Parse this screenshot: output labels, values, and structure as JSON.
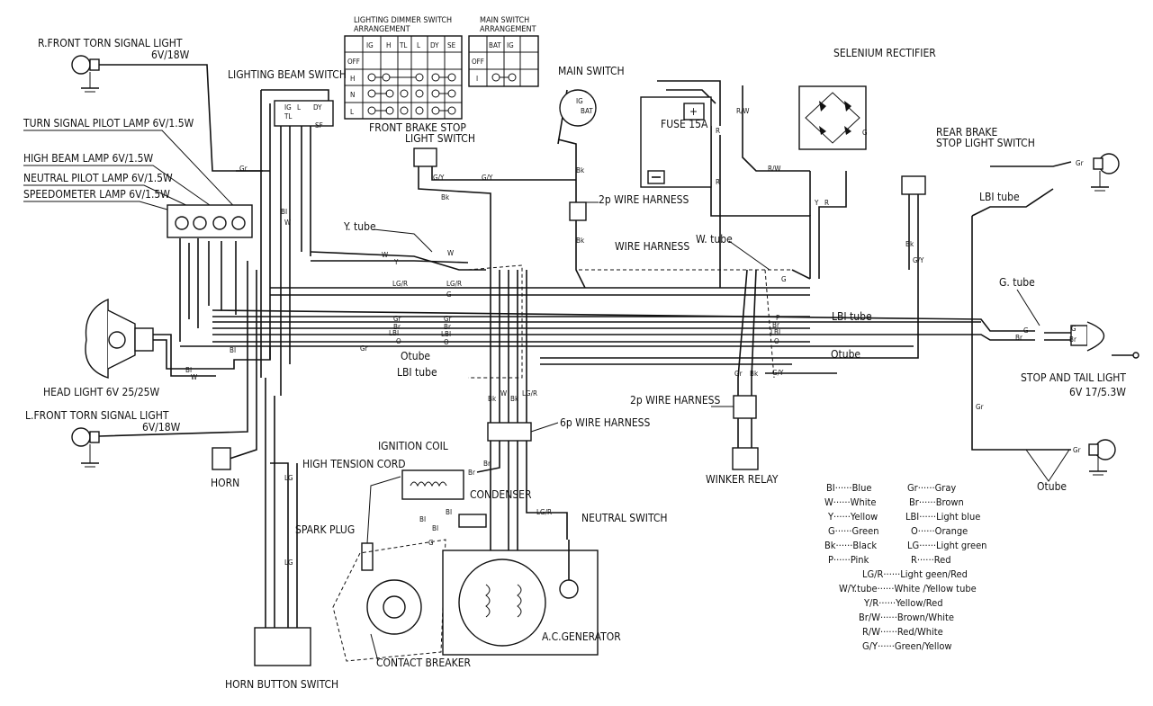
{
  "labels": {
    "r_front_turn": "R.FRONT TORN SIGNAL LIGHT",
    "r_front_turn_rating": "6V/18W",
    "lighting_beam_switch": "LIGHTING BEAM SWITCH",
    "dimmer_title_1": "LIGHTING DIMMER SWITCH",
    "dimmer_title_2": "ARRANGEMENT",
    "main_switch_title_1": "MAIN SWITCH",
    "main_switch_title_2": "ARRANGEMENT",
    "main_switch": "MAIN SWITCH",
    "selenium_rectifier": "SELENIUM RECTIFIER",
    "fuse": "FUSE 15A",
    "front_brake_1": "FRONT BRAKE STOP",
    "front_brake_2": "LIGHT SWITCH",
    "rear_brake_1": "REAR BRAKE",
    "rear_brake_2": "STOP LIGHT SWITCH",
    "turn_pilot": "TURN SIGNAL PILOT LAMP 6V/1.5W",
    "high_beam": "HIGH BEAM LAMP 6V/1.5W",
    "neutral_pilot": "NEUTRAL PILOT LAMP 6V/1.5W",
    "speedometer": "SPEEDOMETER LAMP 6V/1.5W",
    "harness_2p_top": "2p WIRE HARNESS",
    "wire_harness": "WIRE HARNESS",
    "w_tube": "W. tube",
    "y_tube": "Y. tube",
    "lbi_tube_right": "LBI tube",
    "lbi_tube_top_right": "LBI tube",
    "g_tube": "G. tube",
    "o_tube_center": "Otube",
    "lbi_tube_center": "LBI tube",
    "o_tube_right": "Otube",
    "o_tube_bottom": "Otube",
    "head_light": "HEAD LIGHT 6V 25/25W",
    "l_front_turn": "L.FRONT TORN SIGNAL LIGHT",
    "l_front_turn_rating": "6V/18W",
    "stop_tail": "STOP AND TAIL LIGHT",
    "stop_tail_rating": "6V 17/5.3W",
    "harness_2p_mid": "2p WIRE HARNESS",
    "harness_6p": "6p WIRE HARNESS",
    "ignition_coil": "IGNITION COIL",
    "high_tension": "HIGH TENSION CORD",
    "condenser": "CONDENSER",
    "horn": "HORN",
    "winker_relay": "WINKER RELAY",
    "spark_plug": "SPARK PLUG",
    "neutral_switch": "NEUTRAL SWITCH",
    "ac_generator": "A.C.GENERATOR",
    "contact_breaker": "CONTACT BREAKER",
    "horn_button": "HORN BUTTON SWITCH"
  },
  "dimmer_table": {
    "headers": [
      "IG",
      "H",
      "TL",
      "L",
      "DY",
      "SE"
    ],
    "rows": [
      "OFF",
      "H",
      "N",
      "L"
    ]
  },
  "main_table": {
    "headers": [
      "BAT",
      "IG"
    ],
    "rows": [
      "OFF",
      "I"
    ]
  },
  "switch_terminals": {
    "ig": "IG",
    "l": "L",
    "tl": "TL",
    "dy": "DY",
    "sf": "SF",
    "ms_ig": "IG",
    "ms_bat": "BAT"
  },
  "wire_codes": {
    "gr": "Gr",
    "bi": "BI",
    "w": "W",
    "y": "Y",
    "g": "G",
    "bk": "Bk",
    "lgr": "LG/R",
    "br": "Br",
    "lbi": "LBI",
    "o": "O",
    "p": "P",
    "gy": "G/Y",
    "r": "R",
    "rw": "R/W",
    "lg": "LG"
  },
  "color_legend": [
    {
      "code": "BI",
      "name": "Blue"
    },
    {
      "code": "W",
      "name": "White"
    },
    {
      "code": "Y",
      "name": "Yellow"
    },
    {
      "code": "G",
      "name": "Green"
    },
    {
      "code": "Bk",
      "name": "Black"
    },
    {
      "code": "P",
      "name": "Pink"
    },
    {
      "code": "Gr",
      "name": "Gray"
    },
    {
      "code": "Br",
      "name": "Brown"
    },
    {
      "code": "LBI",
      "name": "Light blue"
    },
    {
      "code": "O",
      "name": "Orange"
    },
    {
      "code": "LG",
      "name": "Light green"
    },
    {
      "code": "R",
      "name": "Red"
    },
    {
      "code": "LG/R",
      "name": "Light geen/Red"
    },
    {
      "code": "W/Y.tube",
      "name": "White /Yellow tube"
    },
    {
      "code": "Y/R",
      "name": "Yellow/Red"
    },
    {
      "code": "Br/W",
      "name": "Brown/White"
    },
    {
      "code": "R/W",
      "name": "Red/White"
    },
    {
      "code": "G/Y",
      "name": "Green/Yellow"
    }
  ]
}
